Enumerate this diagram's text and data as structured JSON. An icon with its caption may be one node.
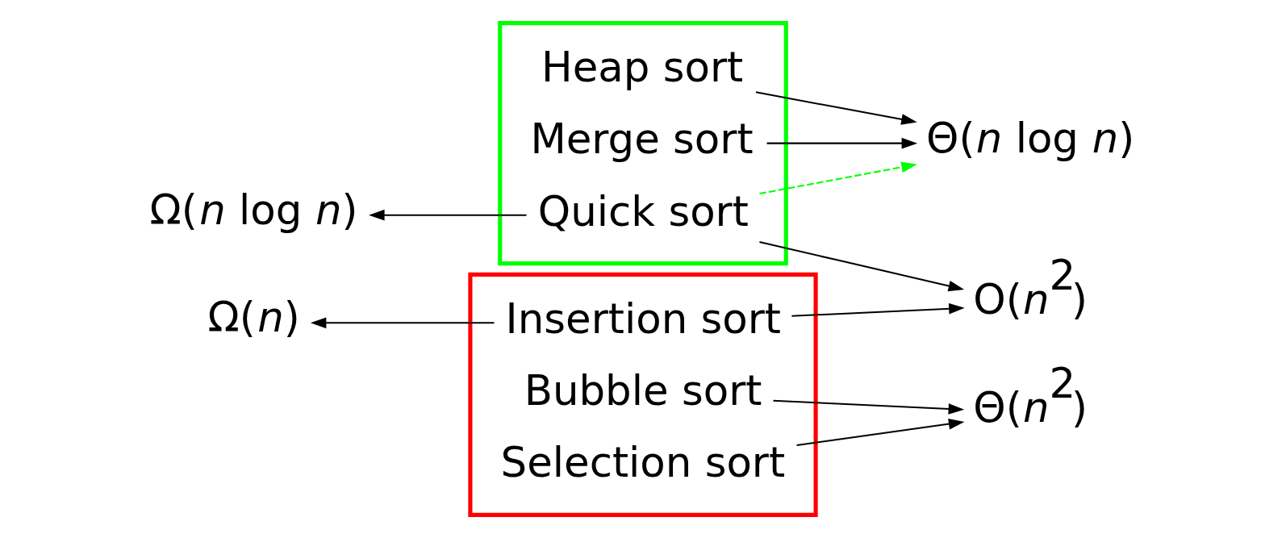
{
  "diagram": {
    "nodes": [
      {
        "text": [],
        "shape": "box"
      },
      {
        "text": [
          "Bubble sort"
        ],
        "in": 0
      },
      {
        "text": [
          "Selection sort"
        ],
        "in": 0
      },
      {
        "text": [
          "Insertion sort"
        ],
        "in": 0
      },
      {
        "text": [],
        "shape": "box"
      },
      {
        "text": [
          "Quick sort"
        ],
        "in": 4
      },
      {
        "text": [
          "Merge sort"
        ],
        "in": 4
      },
      {
        "text": [
          "Heap sort"
        ],
        "in": 4
      },
      {
        "text": [
          "Θ(*n*$^{2}$)"
        ]
      },
      {
        "text": [
          "Ω(*n*)"
        ]
      },
      {
        "text": [
          "O(*n*$^{2}$)"
        ]
      },
      {
        "text": [
          "Ω(*n* log *n*)"
        ]
      },
      {
        "text": [
          "Θ(*n* log *n*)"
        ]
      }
    ],
    "edges": [
      {
        "from": 1,
        "to": 8,
        "arrow": "to"
      },
      {
        "from": 2,
        "to": 8,
        "arrow": "to"
      },
      {
        "from": 3,
        "to": 9,
        "arrow": "to"
      },
      {
        "from": 3,
        "to": 10,
        "arrow": "to"
      },
      {
        "from": 5,
        "to": 11,
        "arrow": "to"
      },
      {
        "from": 5,
        "to": 10,
        "arrow": "to"
      },
      {
        "from": 5,
        "to": 12,
        "arrow": "to",
        "style": "dashed",
        "color": "#00ff00"
      },
      {
        "from": 6,
        "to": 12,
        "arrow": "to"
      },
      {
        "from": 7,
        "to": 12,
        "arrow": "to"
      }
    ]
  }
}
